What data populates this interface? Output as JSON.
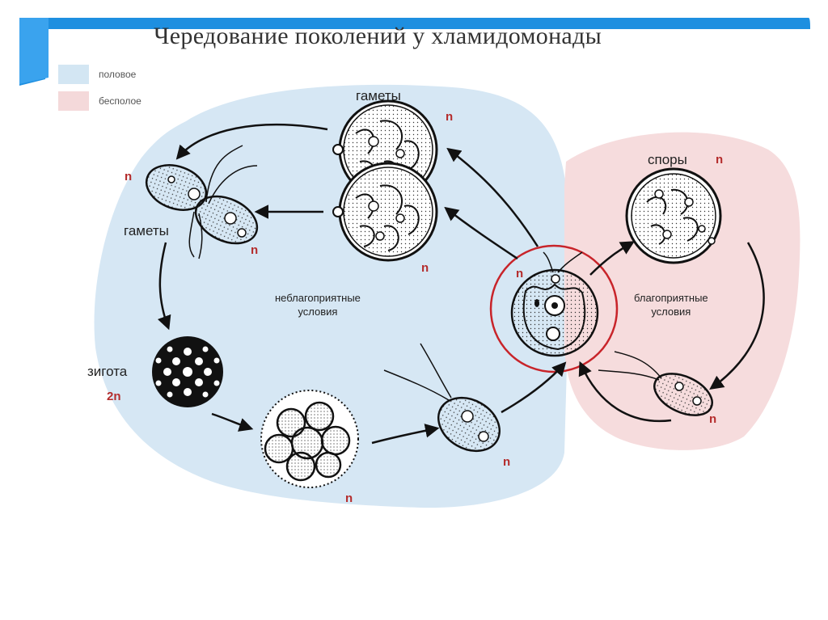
{
  "title": "Чередование поколений у хламидомонады",
  "legend": {
    "items": [
      {
        "label": "половое",
        "color": "#d3e6f3"
      },
      {
        "label": "бесполое",
        "color": "#f4d9da"
      }
    ]
  },
  "labels": {
    "gametes_top": "гаметы",
    "gametes_left": "гаметы",
    "spores": "споры",
    "zygote": "зигота",
    "unfavorable_line1": "неблагоприятные",
    "unfavorable_line2": "условия",
    "favorable_line1": "благоприятные",
    "favorable_line2": "условия"
  },
  "ploidy": {
    "n": "n",
    "two_n": "2n"
  },
  "colors": {
    "sexual_region": "#d6e7f4",
    "asexual_region": "#f6dcdd",
    "accent_bar": "#1e8fe0",
    "highlight_circle": "#c8242a",
    "ploidy_text": "#b42c2c"
  }
}
